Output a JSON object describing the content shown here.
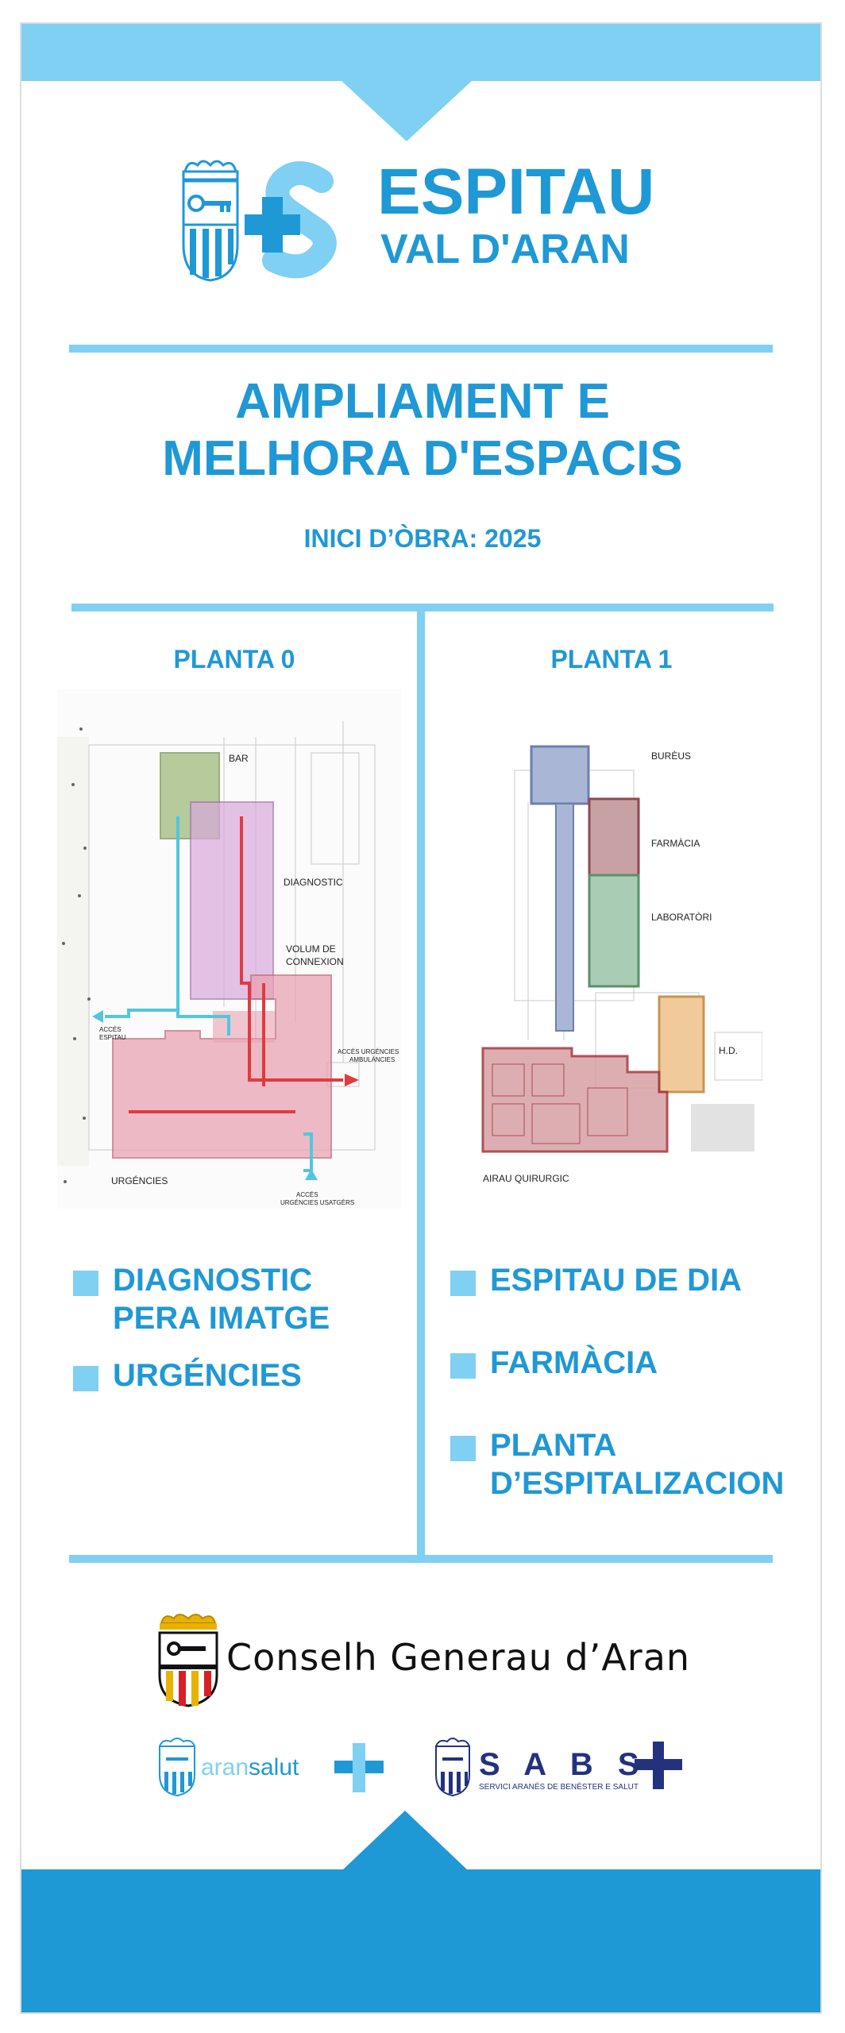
{
  "colors": {
    "light_blue": "#7fd0f2",
    "blue": "#1f98d6",
    "dark_blue": "#24327e"
  },
  "header": {
    "title_line1": "ESPITAU",
    "title_line2": "VAL D'ARAN",
    "icons": [
      "coat-of-arms-icon",
      "plus-s-logo-icon"
    ]
  },
  "headline": {
    "line1": "AMPLIAMENT E",
    "line2": "MELHORA D'ESPACIS",
    "start": "INICI D’ÒBRA: 2025"
  },
  "floor0": {
    "title": "PLANTA 0",
    "labels": {
      "bar": "BAR",
      "diagnostic": "DIAGNOSTIC",
      "volum1": "VOLUM DE",
      "volum2": "CONNEXION",
      "acces_espitau1": "ACCÉS",
      "acces_espitau2": "ESPITAU",
      "acces_urg1": "ACCÉS URGÉNCIES",
      "acces_urg2": "AMBULÀNCIES",
      "urgencies": "URGÉNCIES",
      "acces_users1": "ACCÉS",
      "acces_users2": "URGÉNCIES USATGÈRS"
    },
    "bullets": [
      "DIAGNOSTIC",
      "PERA IMATGE",
      "URGÉNCIES"
    ]
  },
  "floor1": {
    "title": "PLANTA 1",
    "labels": {
      "bureus": "BURÈUS",
      "farmacia": "FARMÀCIA",
      "laboratori": "LABORATÒRI",
      "hd": "H.D.",
      "airau": "AIRAU QUIRURGIC"
    },
    "bullets": [
      "ESPITAU DE DIA",
      "FARMÀCIA",
      "PLANTA",
      "D’ESPITALIZACION"
    ]
  },
  "footer": {
    "council_name": "Conselh Generau d’Aran",
    "aransalut_a": "aran",
    "aransalut_b": "salut",
    "sabs_letters": "S A B S",
    "sabs_sub": "SERVICI ARANÉS DE BENÈSTER E SALUT"
  }
}
